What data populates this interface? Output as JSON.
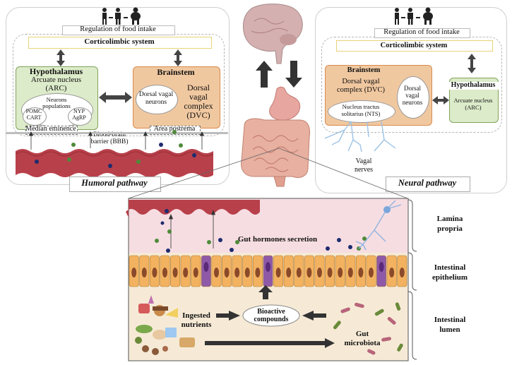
{
  "colors": {
    "hypothalamus_fill": "#dcebc9",
    "hypothalamus_border": "#7fa35a",
    "brainstem_fill": "#f0c8a0",
    "brainstem_border": "#d98b4d",
    "corticolimbic_border": "#e8d27a",
    "blood_vessel": "#b8404a",
    "lamina_bg": "#f6dde2",
    "epithelium_cell": "#f2b260",
    "enteroendocrine_cell": "#8e5aa8",
    "lumen_bg": "#f6ead6",
    "nerve": "#9cc3e6"
  },
  "left": {
    "title": "Regulation of food intake",
    "corticolimbic": "Corticolimbic system",
    "hypothalamus": "Hypothalamus",
    "arc_line1": "Arcuate nucleus",
    "arc_line2": "(ARC)",
    "neurons_line1": "Neurons",
    "neurons_line2": "populations",
    "pomc": "POMC",
    "cart": "CART",
    "nyp": "NYP",
    "agrp": "AgRP",
    "brainstem": "Brainstem",
    "dorsal_vagal_neurons_line1": "Dorsal vagal",
    "dorsal_vagal_neurons_line2": "neurons",
    "dvc_line1": "Dorsal",
    "dvc_line2": "vagal",
    "dvc_line3": "complex",
    "dvc_line4": "(DVC)",
    "median_eminence": "Median eminence",
    "area_postrema": "Area postrema",
    "bbb_line1": "Blood-brain",
    "bbb_line2": "barrier (BBB)",
    "pathway_label": "Humoral pathway"
  },
  "right": {
    "title": "Regulation of food intake",
    "corticolimbic": "Corticolimbic system",
    "brainstem": "Brainstem",
    "dvc_line1": "Dorsal vagal",
    "dvc_line2": "complex (DVC)",
    "nts_line1": "Nucleus tractus",
    "nts_line2": "solitarius (NTS)",
    "dvn_line1": "Dorsal",
    "dvn_line2": "vagal",
    "dvn_line3": "neurons",
    "hypothalamus": "Hypothalamus",
    "arc": "Arcuate nucleus",
    "arc_abbr": "(ARC)",
    "vagal_line1": "Vagal",
    "vagal_line2": "nerves",
    "pathway_label": "Neural pathway"
  },
  "bottom": {
    "gut_hormones": "Gut hormones secretion",
    "bioactive_line1": "Bioactive",
    "bioactive_line2": "compounds",
    "ingested_line1": "Ingested",
    "ingested_line2": "nutrients",
    "microbiota_line1": "Gut",
    "microbiota_line2": "microbiota",
    "lamina_line1": "Lamina",
    "lamina_line2": "propria",
    "epithelium_line1": "Intestinal",
    "epithelium_line2": "epithelium",
    "lumen_line1": "Intestinal",
    "lumen_line2": "lumen"
  }
}
